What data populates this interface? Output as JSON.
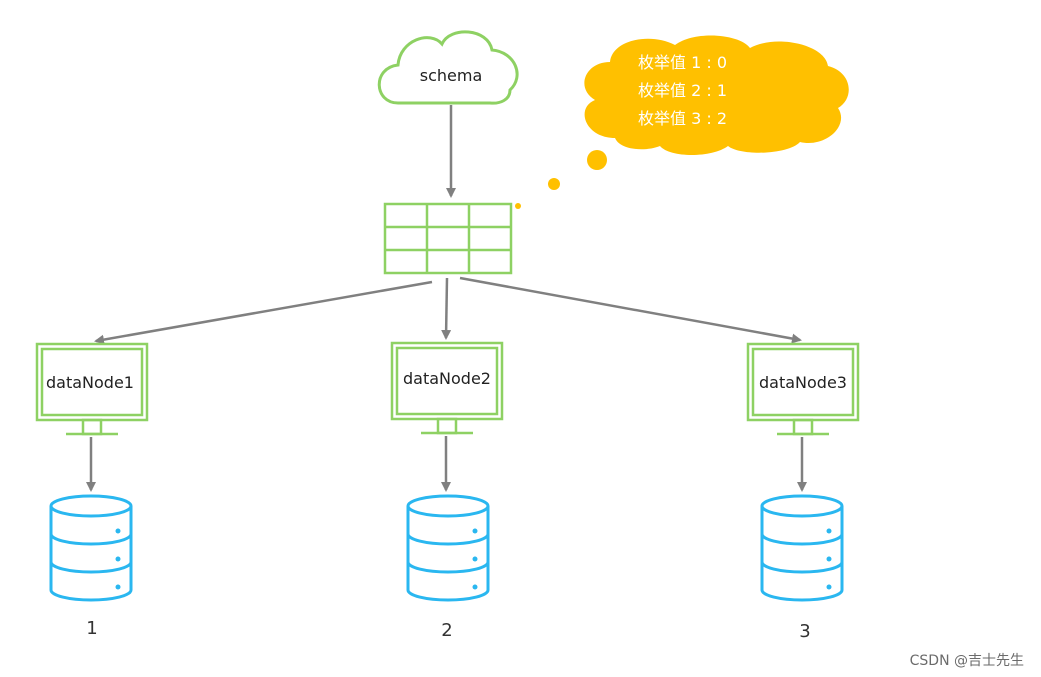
{
  "schema": {
    "label": "schema"
  },
  "bubble": {
    "lines": [
      "枚举值 1 : 0",
      "枚举值 2 : 1",
      "枚举值 3 : 2"
    ]
  },
  "nodes": [
    {
      "label": "dataNode1",
      "db_label": "1"
    },
    {
      "label": "dataNode2",
      "db_label": "2"
    },
    {
      "label": "dataNode3",
      "db_label": "3"
    }
  ],
  "watermark": "CSDN @吉士先生",
  "colors": {
    "green": "#8ed163",
    "blue": "#2ab7f0",
    "gold": "#ffc000",
    "arrow": "#808080"
  },
  "icons": {
    "cloud": "cloud-icon",
    "table": "table-grid-icon",
    "monitor": "monitor-icon",
    "database": "database-icon"
  }
}
